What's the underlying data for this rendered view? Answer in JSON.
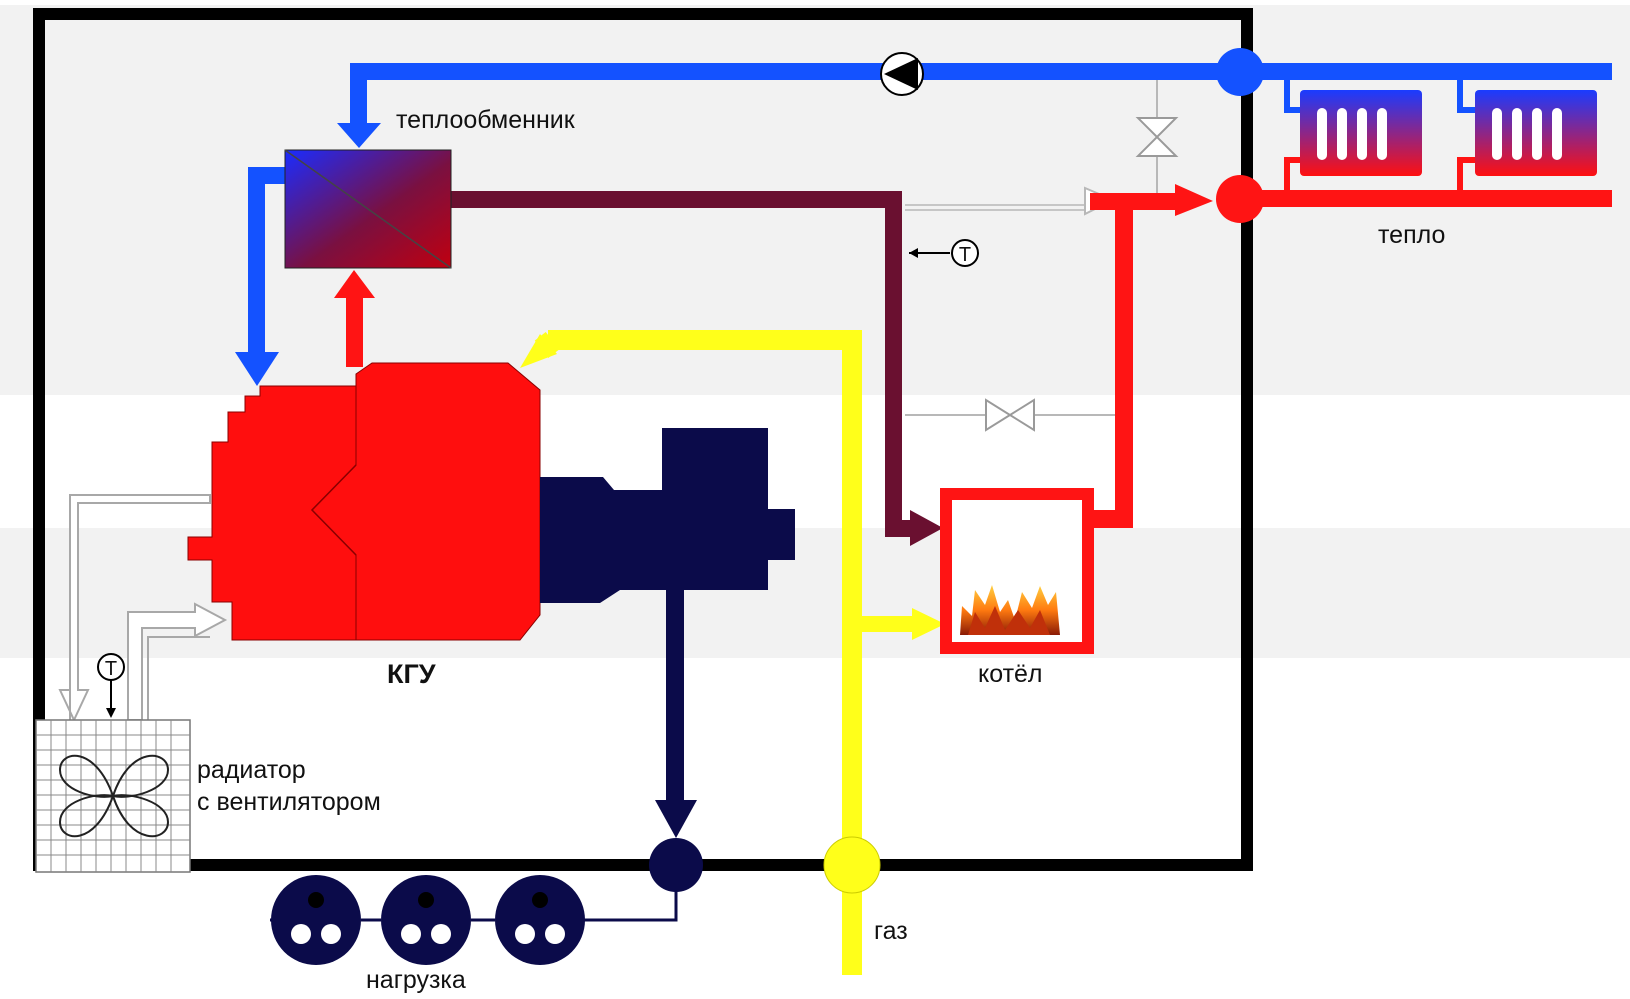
{
  "labels": {
    "heat_exchanger": "теплообменник",
    "heat": "тепло",
    "cgu": "КГУ",
    "boiler": "котёл",
    "radiator_line1": "радиатор",
    "radiator_line2": "с вентилятором",
    "gas": "газ",
    "load": "нагрузка",
    "thermo_symbol": "T"
  },
  "colors": {
    "cold_water": "#1452ff",
    "hot_water": "#ff1414",
    "exhaust": "#6a1030",
    "gas": "#ffff1a",
    "electric": "#0b0b4a",
    "frame": "#000000",
    "band": "#f2f2f2"
  },
  "icons": {
    "pump": "pump-icon",
    "valve": "valve-icon",
    "thermometer": "thermometer-icon",
    "fan": "fan-icon",
    "flame": "flame-icon",
    "socket": "socket-icon",
    "radiator": "radiator-icon"
  }
}
